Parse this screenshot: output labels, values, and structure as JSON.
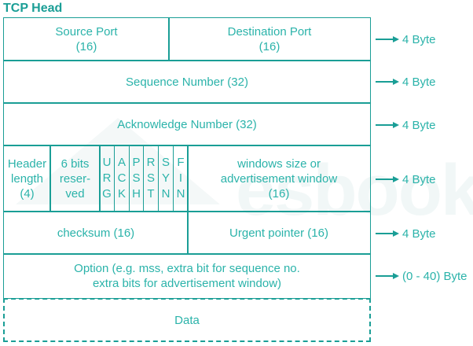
{
  "title": "TCP Head",
  "rows": {
    "row1": {
      "source_port": "Source Port\n(16)",
      "destination_port": "Destination Port\n(16)",
      "size": "4 Byte"
    },
    "row2": {
      "sequence_number": "Sequence Number (32)",
      "size": "4 Byte"
    },
    "row3": {
      "acknowledge_number": "Acknowledge Number (32)",
      "size": "4 Byte"
    },
    "row4": {
      "header_length": "Header\nlength\n(4)",
      "reserved": "6 bits\nreser-\nved",
      "flags": [
        "U\nR\nG",
        "A\nC\nK",
        "P\nS\nH",
        "R\nS\nT",
        "S\nY\nN",
        "F\nI\nN"
      ],
      "window_size": "windows size or\nadvertisement window\n(16)",
      "size": "4 Byte"
    },
    "row5": {
      "checksum": "checksum (16)",
      "urgent_pointer": "Urgent pointer (16)",
      "size": "4 Byte"
    },
    "row6": {
      "option": "Option (e.g. mss, extra bit for sequence no.\nextra bits for advertisement window)",
      "size": "(0 - 40) Byte"
    },
    "row7": {
      "data": "Data"
    }
  },
  "colors": {
    "border": "#1a9e96",
    "text": "#2bb3aa",
    "title": "#1a9e96"
  }
}
